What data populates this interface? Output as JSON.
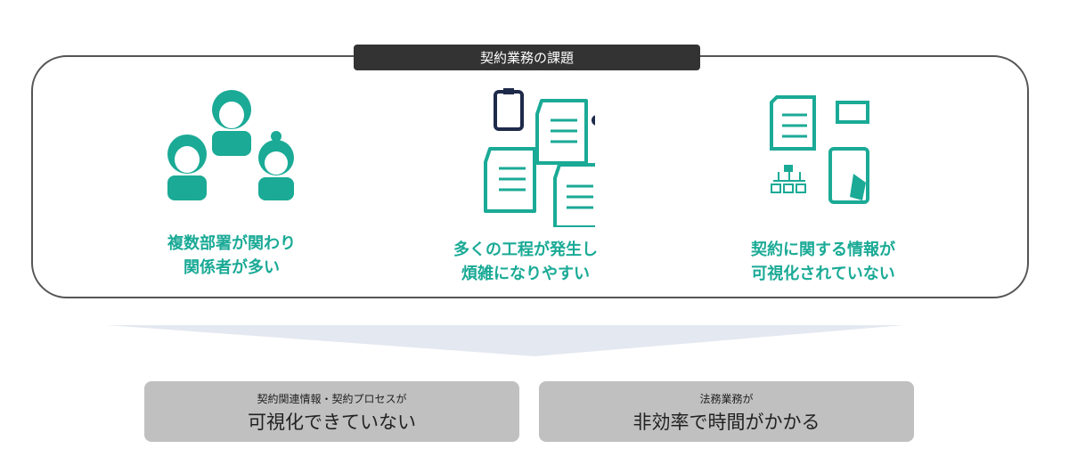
{
  "title": "契約業務の課題",
  "issues": [
    {
      "line1": "複数部署が関わり",
      "line2": "関係者が多い",
      "icon": "people-icon"
    },
    {
      "line1": "多くの工程が発生し",
      "line2": "煩雑になりやすい",
      "icon": "documents-icon"
    },
    {
      "line1": "契約に関する情報が",
      "line2": "可視化されていない",
      "icon": "information-icon"
    }
  ],
  "results": [
    {
      "small": "契約関連情報・契約プロセスが",
      "large": "可視化できていない"
    },
    {
      "small": "法務業務が",
      "large": "非効率で時間がかかる"
    }
  ],
  "colors": {
    "accent": "#1aaa96",
    "navy": "#1e2a4a",
    "box": "#c0c0c0"
  }
}
